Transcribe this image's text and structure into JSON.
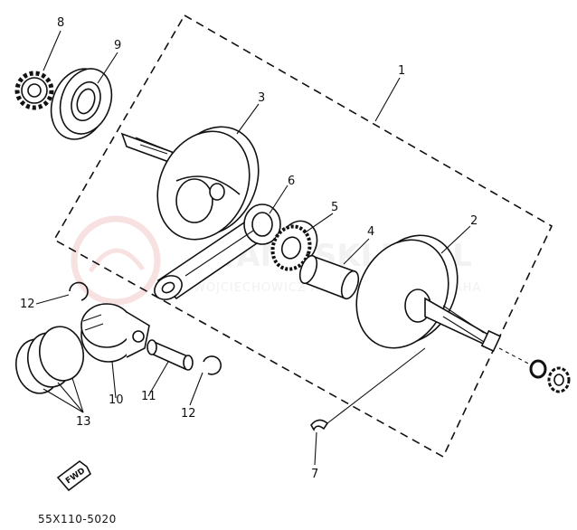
{
  "labels": {
    "l1": "1",
    "l2": "2",
    "l3": "3",
    "l4": "4",
    "l5": "5",
    "l6": "6",
    "l7": "7",
    "l8": "8",
    "l9": "9",
    "l10": "10",
    "l11": "11",
    "l12a": "12",
    "l12b": "12",
    "l13": "13"
  },
  "diagram_code": "55X110-5020",
  "fwd_label": "FWD",
  "watermark": {
    "site": "YAMASKLEP.PL",
    "owner": "WOJCIECHOWICZ AUTORYZOWANY YAMAHA"
  }
}
